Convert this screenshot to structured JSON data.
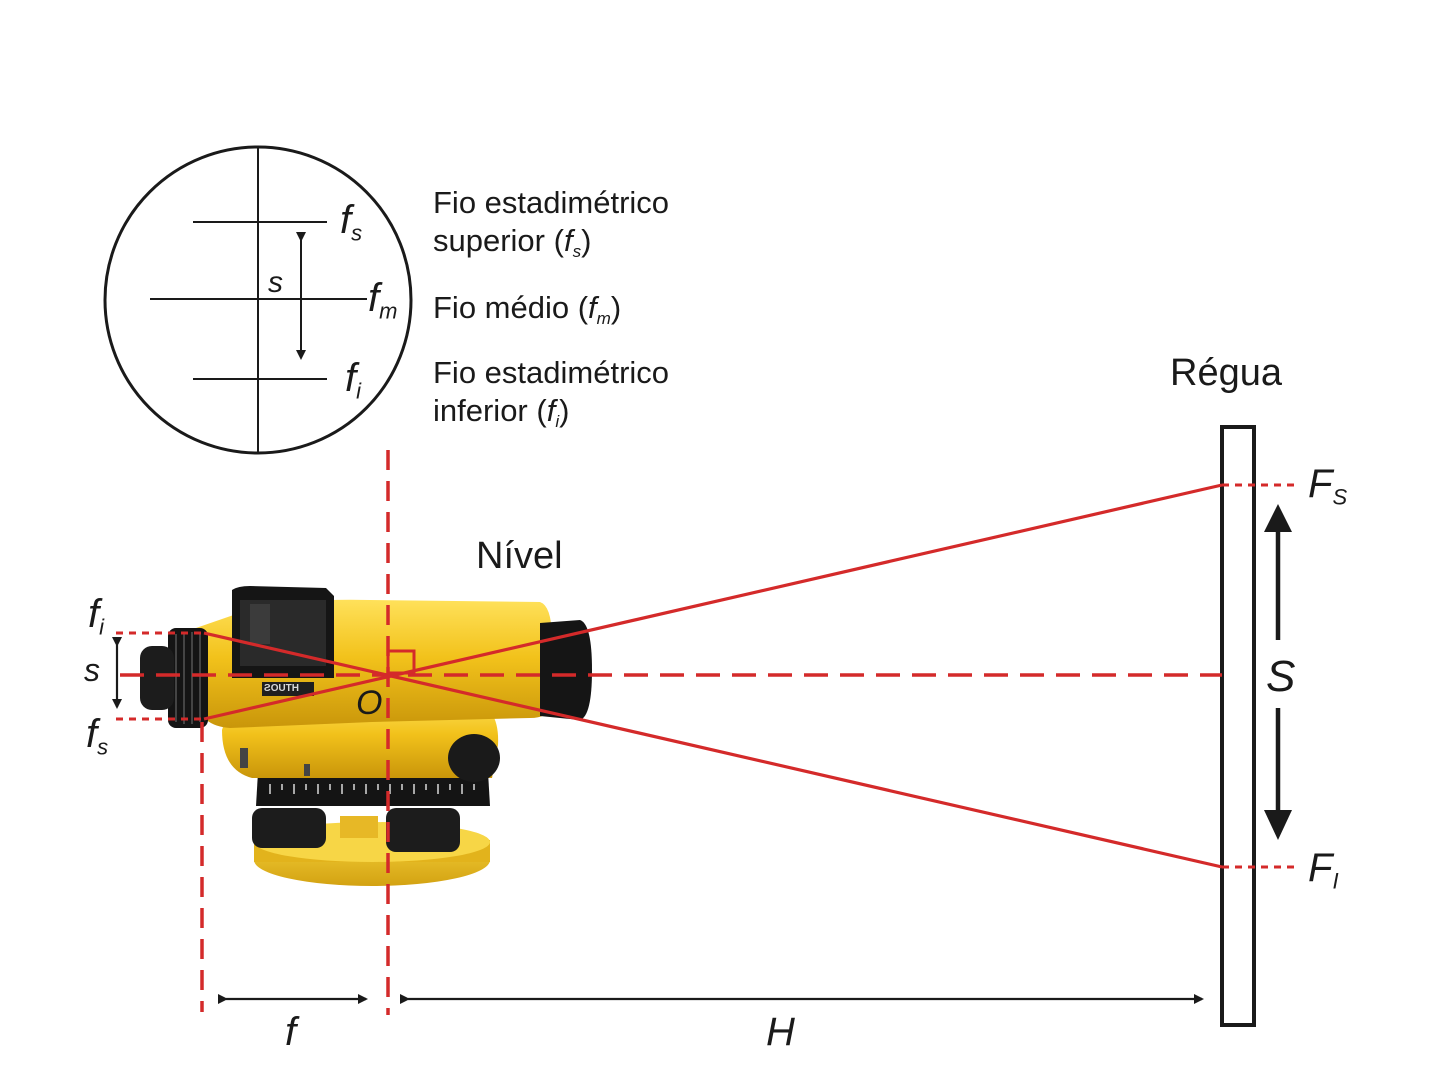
{
  "reticle": {
    "label_fs": "f",
    "label_fs_sub": "s",
    "label_fm": "f",
    "label_fm_sub": "m",
    "label_fi": "f",
    "label_fi_sub": "i",
    "label_s": "s"
  },
  "legend": {
    "upper_line1": "Fio estadimétrico",
    "upper_line2_pre": "superior (",
    "upper_line2_var": "f",
    "upper_line2_sub": "s",
    "upper_line2_post": ")",
    "middle_pre": "Fio médio (",
    "middle_var": "f",
    "middle_sub": "m",
    "middle_post": ")",
    "lower_line1": "Fio estadimétrico",
    "lower_line2_pre": "inferior (",
    "lower_line2_var": "f",
    "lower_line2_sub": "i",
    "lower_line2_post": ")"
  },
  "instrument": {
    "title": "Nível",
    "label_fi": "f",
    "label_fi_sub": "i",
    "label_fs": "f",
    "label_fs_sub": "s",
    "label_s": "s",
    "label_o": "O",
    "label_f": "f",
    "brand": "HTUOS"
  },
  "rod": {
    "title": "Régua",
    "label_Fs": "F",
    "label_Fs_sub": "S",
    "label_Fi": "F",
    "label_Fi_sub": "I",
    "label_S": "S"
  },
  "distance": {
    "label_H": "H"
  },
  "colors": {
    "ray": "#d42a2a",
    "ink": "#1a1a1a",
    "instrument_body": "#f2c21b",
    "instrument_dark": "#1c1c1c"
  }
}
